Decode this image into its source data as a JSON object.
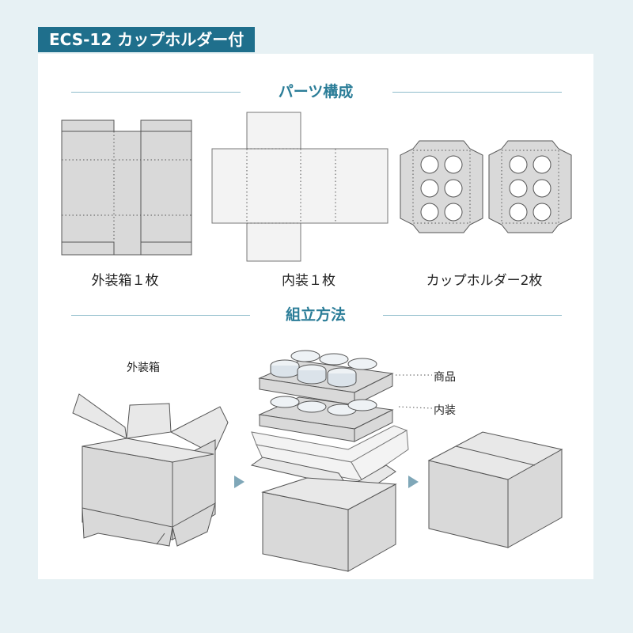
{
  "header": {
    "title": "ECS-12 カップホルダー付"
  },
  "parts_section": {
    "heading": "パーツ構成"
  },
  "parts": [
    {
      "label": "外装箱１枚"
    },
    {
      "label": "内装１枚"
    },
    {
      "label": "カップホルダー2枚"
    }
  ],
  "assembly_section": {
    "heading": "組立方法"
  },
  "assembly": {
    "outer_box_label": "外装箱",
    "product_label": "商品",
    "inner_label": "内装"
  },
  "colors": {
    "accent": "#1f6f8c",
    "heading": "#2b7d98",
    "box_fill": "#d9d9d9",
    "box_stroke": "#555555"
  }
}
